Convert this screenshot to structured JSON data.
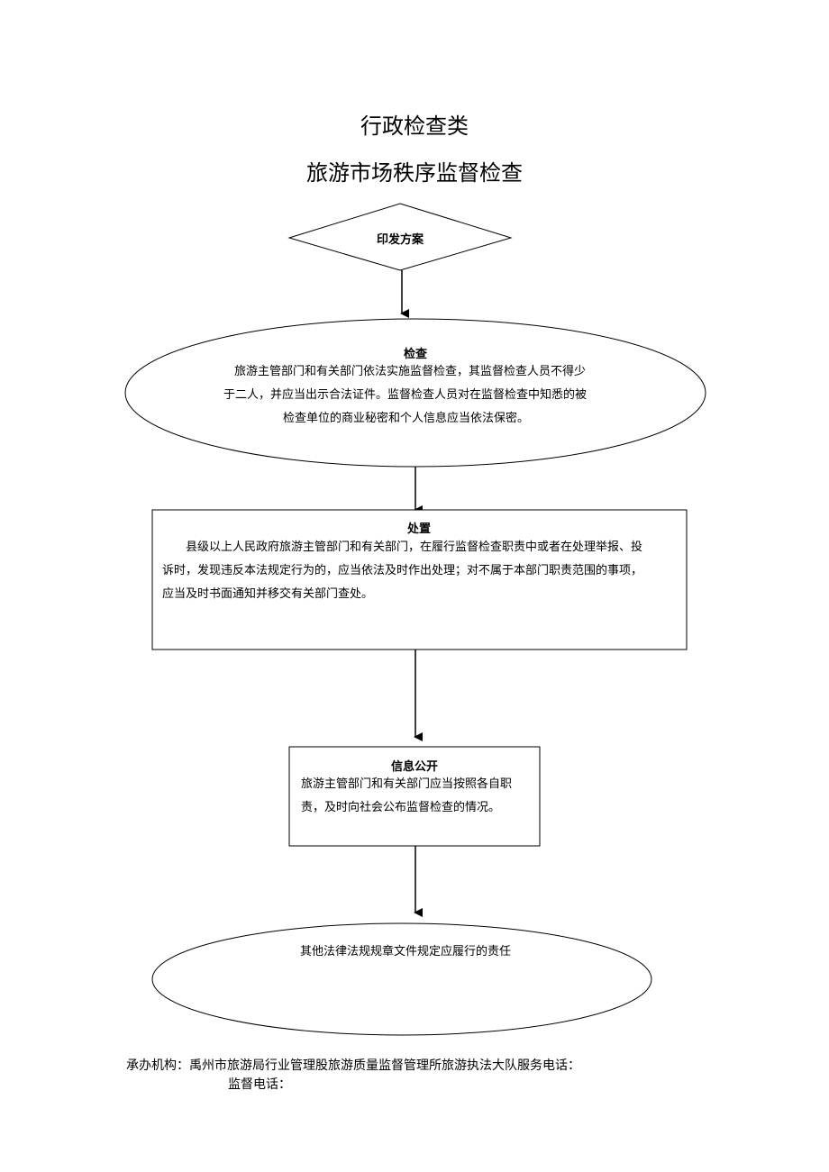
{
  "header": {
    "title": "行政检查类",
    "subtitle": "旅游市场秩序监督检查"
  },
  "flow": {
    "issue": {
      "label": "印发方案"
    },
    "inspect": {
      "title": "检查",
      "lines": [
        "旅游主管部门和有关部门依法实施监督检查，其监督检查人员不得少",
        "于二人，并应当出示合法证件。监督检查人员对在监督检查中知悉的被",
        "检查单位的商业秘密和个人信息应当依法保密。"
      ]
    },
    "handle": {
      "title": "处置",
      "lines": [
        "县级以上人民政府旅游主管部门和有关部门，在履行监督检查职责中或者在处理举报、投",
        "诉时，发现违反本法规定行为的，应当依法及时作出处理；对不属于本部门职责范围的事项，",
        "应当及时书面通知并移交有关部门查处。"
      ]
    },
    "disclose": {
      "title": "信息公开",
      "lines": [
        "旅游主管部门和有关部门应当按照各自职",
        "责，及时向社会公布监督检查的情况。"
      ]
    },
    "other": {
      "label": "其他法律法规规章文件规定应履行的责任"
    }
  },
  "footer": {
    "agency": "承办机构：禹州市旅游局行业管理股旅游质量监督管理所旅游执法大队服务电话：",
    "supervise": "监督电话："
  }
}
